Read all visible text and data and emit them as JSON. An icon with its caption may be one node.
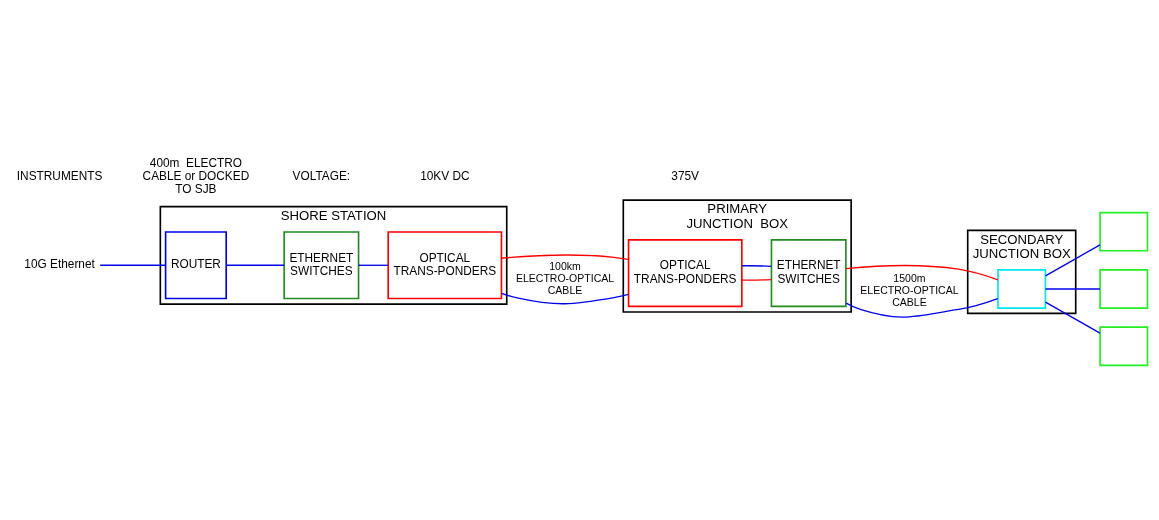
{
  "diagram": {
    "nodes": [
      {
        "text": [
          "10G Ethernet"
        ]
      },
      {
        "text": [
          "SHORE STATION"
        ]
      },
      {
        "text": [
          "ROUTER"
        ],
        "in": 1
      },
      {
        "text": [
          "ETHERNET SWITCHES"
        ],
        "in": 1
      },
      {
        "text": [
          "OPTICAL TRANS-PONDERS"
        ],
        "in": 1
      },
      {
        "text": [
          "PRIMARY JUNCTION  BOX"
        ]
      },
      {
        "text": [
          "OPTICAL TRANS-PONDERS"
        ],
        "in": 5
      },
      {
        "text": [
          "ETHERNET SWITCHES"
        ],
        "in": 5
      },
      {
        "text": [
          "SECONDARY JUNCTION BOX"
        ]
      },
      {
        "text": [],
        "shape": "box",
        "in": 8
      },
      {
        "text": [],
        "shape": "box"
      },
      {
        "text": [],
        "shape": "box"
      },
      {
        "text": [],
        "shape": "box"
      }
    ],
    "edges": [
      {
        "from": 0,
        "to": 2,
        "arrow": "none"
      },
      {
        "from": 2,
        "to": 3,
        "arrow": "none"
      },
      {
        "from": 3,
        "to": 4,
        "arrow": "none"
      },
      {
        "from": 4,
        "to": 6,
        "arrow": "none",
        "color": "#ff0000"
      },
      {
        "from": 4,
        "to": 6,
        "arrow": "none",
        "label": "100km ELECTRO-OPTICAL CABLE"
      },
      {
        "from": 6,
        "to": 7,
        "arrow": "none",
        "color": "#ff0000"
      },
      {
        "from": 6,
        "to": 7,
        "arrow": "none"
      },
      {
        "from": 7,
        "to": 9,
        "arrow": "none",
        "color": "#ff0000"
      },
      {
        "from": 7,
        "to": 9,
        "arrow": "none",
        "label": "1500m ELECTRO-OPTICAL CABLE"
      },
      {
        "from": 9,
        "to": 10,
        "arrow": "none"
      },
      {
        "from": 9,
        "to": 11,
        "arrow": "none"
      },
      {
        "from": 9,
        "to": 12,
        "arrow": "none"
      }
    ],
    "labels": [
      "INSTRUMENTS",
      "400m  ELECTRO CABLE or DOCKED TO SJB",
      "VOLTAGE:",
      "10KV DC",
      "375V"
    ]
  }
}
